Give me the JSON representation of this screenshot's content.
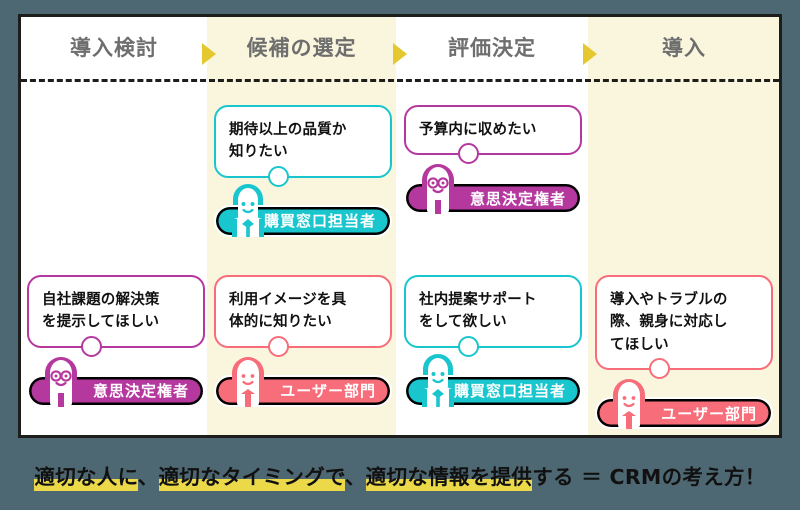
{
  "colors": {
    "page_background": "#4e6873",
    "panel_background": "#ffffff",
    "column_highlight": "#faf6dd",
    "arrow": "#e5c82f",
    "header_text": "#6e6e6e",
    "cyan": "#19c6ce",
    "purple": "#b5389f",
    "pink": "#f76d7a",
    "banner_highlight": "#ecd94a",
    "frame_border": "#1d1d1b"
  },
  "header": {
    "stages": [
      {
        "label": "導入検討"
      },
      {
        "label": "候補の選定"
      },
      {
        "label": "評価決定"
      },
      {
        "label": "導入"
      }
    ],
    "arrow_icon": "triangle-right-icon"
  },
  "cells": [
    {
      "id": "col2-top",
      "column": 2,
      "row": "top",
      "accent": "#19c6ce",
      "avatar": "person-male-cyan-icon",
      "bubble_lines": [
        "期待以上の品質か",
        "知りたい"
      ],
      "persona": "購買窓口担当者"
    },
    {
      "id": "col3-top",
      "column": 3,
      "row": "top",
      "accent": "#b5389f",
      "avatar": "person-glasses-purple-icon",
      "bubble_lines": [
        "予算内に収めたい"
      ],
      "persona": "意思決定権者"
    },
    {
      "id": "col1-bottom",
      "column": 1,
      "row": "bottom",
      "accent": "#b5389f",
      "avatar": "person-glasses-purple-icon",
      "bubble_lines": [
        "自社課題の解決策",
        "を提示してほしい"
      ],
      "persona": "意思決定権者"
    },
    {
      "id": "col2-bottom",
      "column": 2,
      "row": "bottom",
      "accent": "#f76d7a",
      "avatar": "person-female-pink-icon",
      "bubble_lines": [
        "利用イメージを具",
        "体的に知りたい"
      ],
      "persona": "ユーザー部門"
    },
    {
      "id": "col3-bottom",
      "column": 3,
      "row": "bottom",
      "accent": "#19c6ce",
      "avatar": "person-male-cyan-icon",
      "bubble_lines": [
        "社内提案サポート",
        "をして欲しい"
      ],
      "persona": "購買窓口担当者"
    },
    {
      "id": "col4-bottom",
      "column": 4,
      "row": "bottom",
      "accent": "#f76d7a",
      "avatar": "person-female-pink-icon",
      "bubble_lines": [
        "導入やトラブルの",
        "際、親身に対応し",
        "てほしい"
      ],
      "persona": "ユーザー部門"
    }
  ],
  "banner": {
    "segments": [
      {
        "text": "適切な人に",
        "highlight": true
      },
      {
        "text": "、",
        "highlight": false
      },
      {
        "text": "適切なタイミングで",
        "highlight": true
      },
      {
        "text": "、",
        "highlight": false
      },
      {
        "text": "適切な情報を提供",
        "highlight": true
      },
      {
        "text": "する ＝ CRMの考え方！",
        "highlight": false
      }
    ],
    "full_text": "適切な人に、適切なタイミングで、適切な情報を提供する ＝ CRMの考え方！"
  }
}
